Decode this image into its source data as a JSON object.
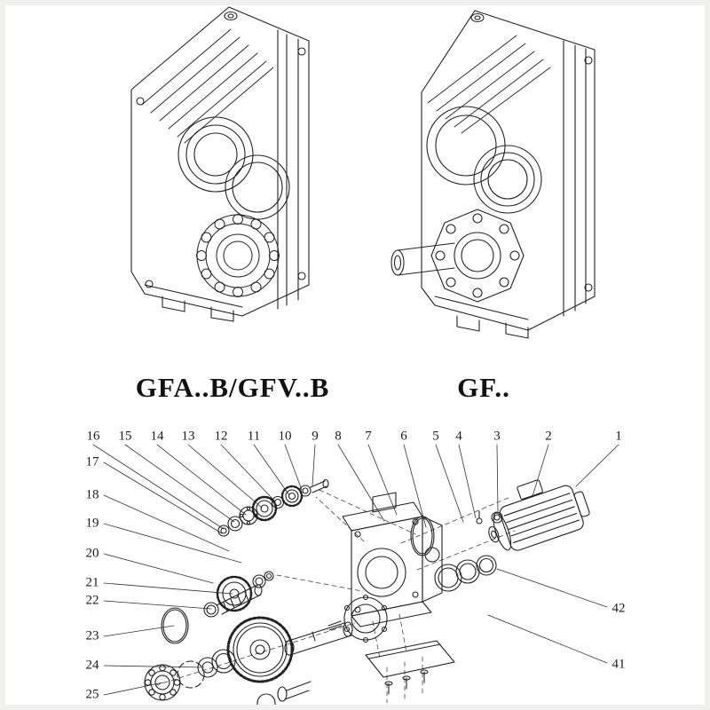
{
  "page": {
    "background_color": "#ffffff",
    "line_color": "#222222"
  },
  "models": {
    "left": "GFA..B/GFV..B",
    "right": "GF.."
  },
  "exploded": {
    "top_numbers": [
      "16",
      "15",
      "14",
      "13",
      "12",
      "11",
      "10",
      "9",
      "8",
      "7",
      "6",
      "5",
      "4",
      "3",
      "2",
      "1"
    ],
    "left_numbers": [
      "17",
      "18",
      "19",
      "20",
      "21",
      "22",
      "23",
      "24",
      "25"
    ],
    "right_numbers": [
      "42",
      "41"
    ]
  }
}
